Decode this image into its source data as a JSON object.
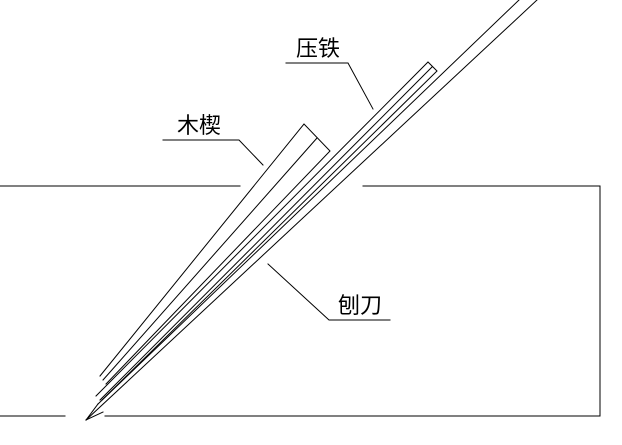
{
  "labels": {
    "pressure_iron": "压铁",
    "wood_wedge": "木楔",
    "plane_blade": "刨刀"
  },
  "colors": {
    "line": "#000000",
    "background": "#ffffff"
  }
}
